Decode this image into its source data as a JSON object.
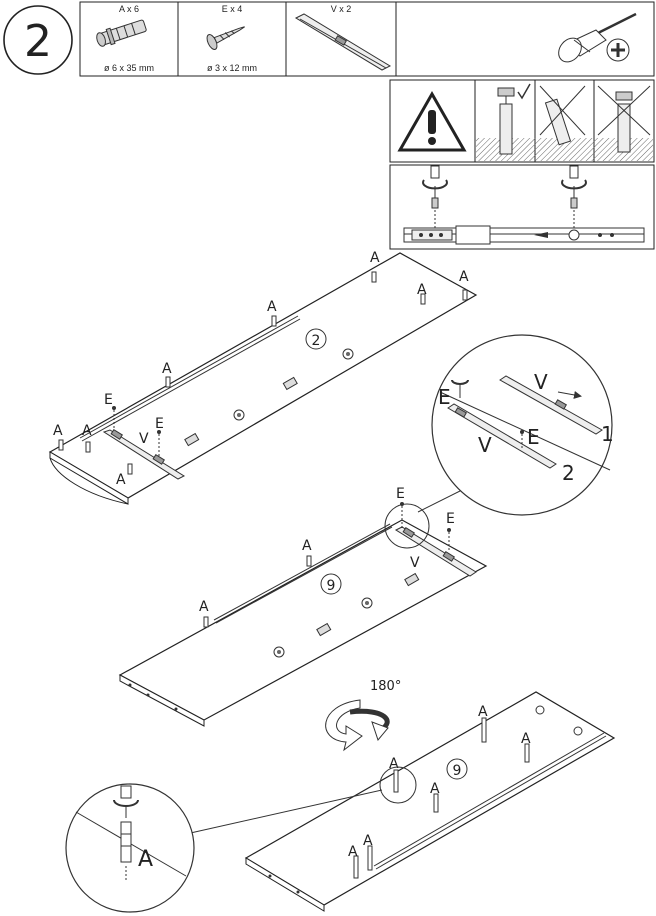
{
  "step": {
    "number": "2"
  },
  "parts": [
    {
      "label": "A x 6",
      "dim": "ø 6 x 35 mm",
      "icon": "cam-dowel-icon"
    },
    {
      "label": "E x 4",
      "dim": "ø 3 x 12 mm",
      "icon": "screw-icon"
    },
    {
      "label": "V x 2",
      "dim": "",
      "icon": "drawer-slide-icon"
    }
  ],
  "tool": {
    "icon": "phillips-screwdriver-icon"
  },
  "labels": {
    "a": "A",
    "e": "E",
    "v": "V",
    "one": "1",
    "two": "2",
    "rotate": "180°",
    "panel_top": "2",
    "panel_mid": "9",
    "panel_bottom": "9"
  }
}
